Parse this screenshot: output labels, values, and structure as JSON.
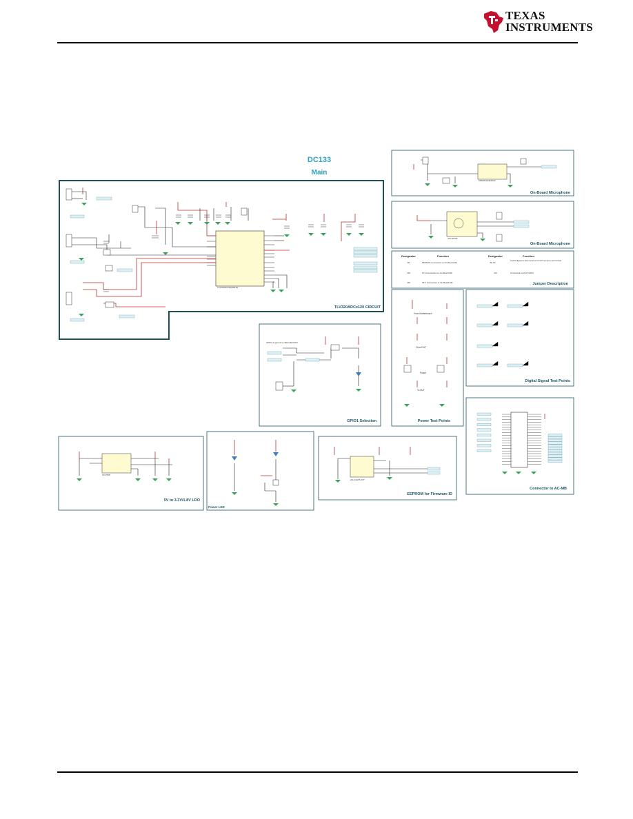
{
  "header": {
    "brand_line1": "Texas",
    "brand_line2": "Instruments"
  },
  "sheet": {
    "title": "DC133",
    "subtitle": "Main"
  },
  "blocks": {
    "main_circuit": "TLV320ADCx120 CIRCUIT",
    "mic1": "On-Board Microphone",
    "mic2": "On-Board Microphone",
    "jumper": "Jumper Description",
    "gpio": "GPIO1 Selection",
    "power_tp": "Power Test Points",
    "digital_tp": "Digital Signal Test Points",
    "ldo": "5V to 3.3V/1.8V LDO",
    "led": "Power LED",
    "eeprom": "EEPROM for Firmware ID",
    "connector": "Connector to AC-MB"
  },
  "jumper_table": {
    "headers": [
      "Designator",
      "Function",
      "Designator",
      "Function"
    ],
    "rows": [
      [
        "J14",
        "MICBIAS Connection to On-Board Mic",
        "J9-J11",
        "Capacitor Bypass for direct connection from DUT input pins to input terminals"
      ],
      [
        "J15",
        "IP F Connection to On-Board Mic",
        "J13",
        "Connection to DUT GPIO"
      ],
      [
        "J16",
        "IM F Connection to On-Board Mic",
        "",
        ""
      ]
    ]
  },
  "labels": {
    "u1_name": "TLV320ADC5120IRTE",
    "u2_name": "MSM261S4030H0",
    "u3_name": "ICS-40730",
    "u4_name": "TLV757P",
    "u5_name": "24LC32AT-I/OT",
    "power_from_mb": "From Motherboard",
    "power_from_dut": "From DUT",
    "power_to_dut": "To DUT",
    "power_label": "Power",
    "gpio_note": "GPIO1 is ground to SECUR ADC0"
  }
}
